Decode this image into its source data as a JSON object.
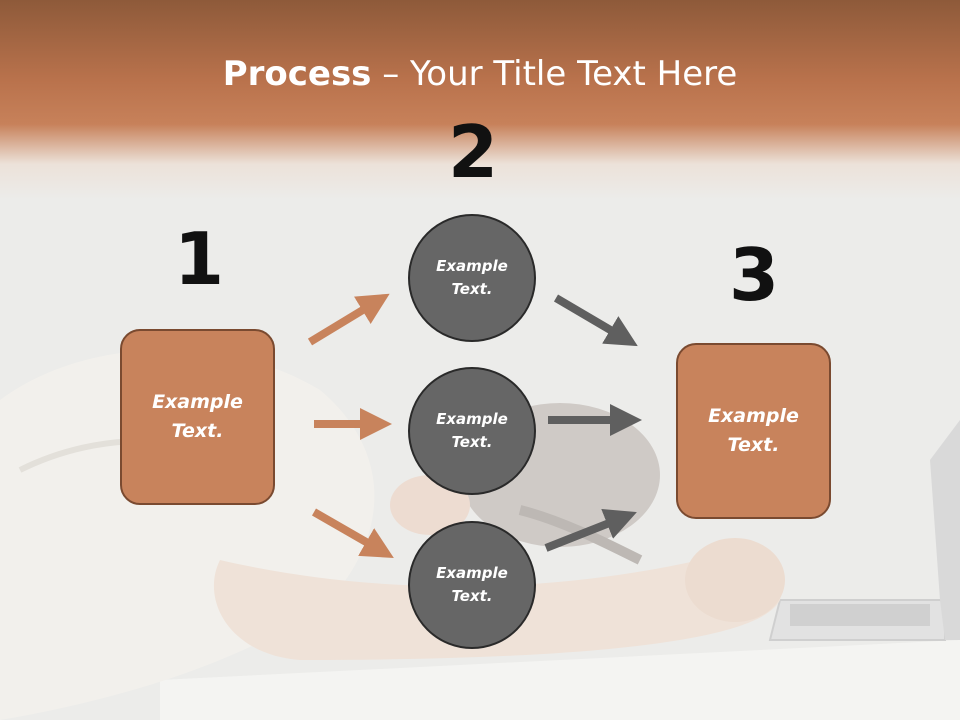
{
  "slide": {
    "title_bold": "Process",
    "title_rest": " – Your Title Text Here",
    "colors": {
      "accent": "#c8835c",
      "accent_border": "#7a4a30",
      "circle": "#666666",
      "header": "#b9724c"
    }
  },
  "steps": {
    "num1": "1",
    "num2": "2",
    "num3": "3"
  },
  "boxes": {
    "left": "Example\nText.",
    "right": "Example\nText."
  },
  "circles": {
    "top": "Example\nText.",
    "middle": "Example\nText.",
    "bottom": "Example\nText."
  }
}
